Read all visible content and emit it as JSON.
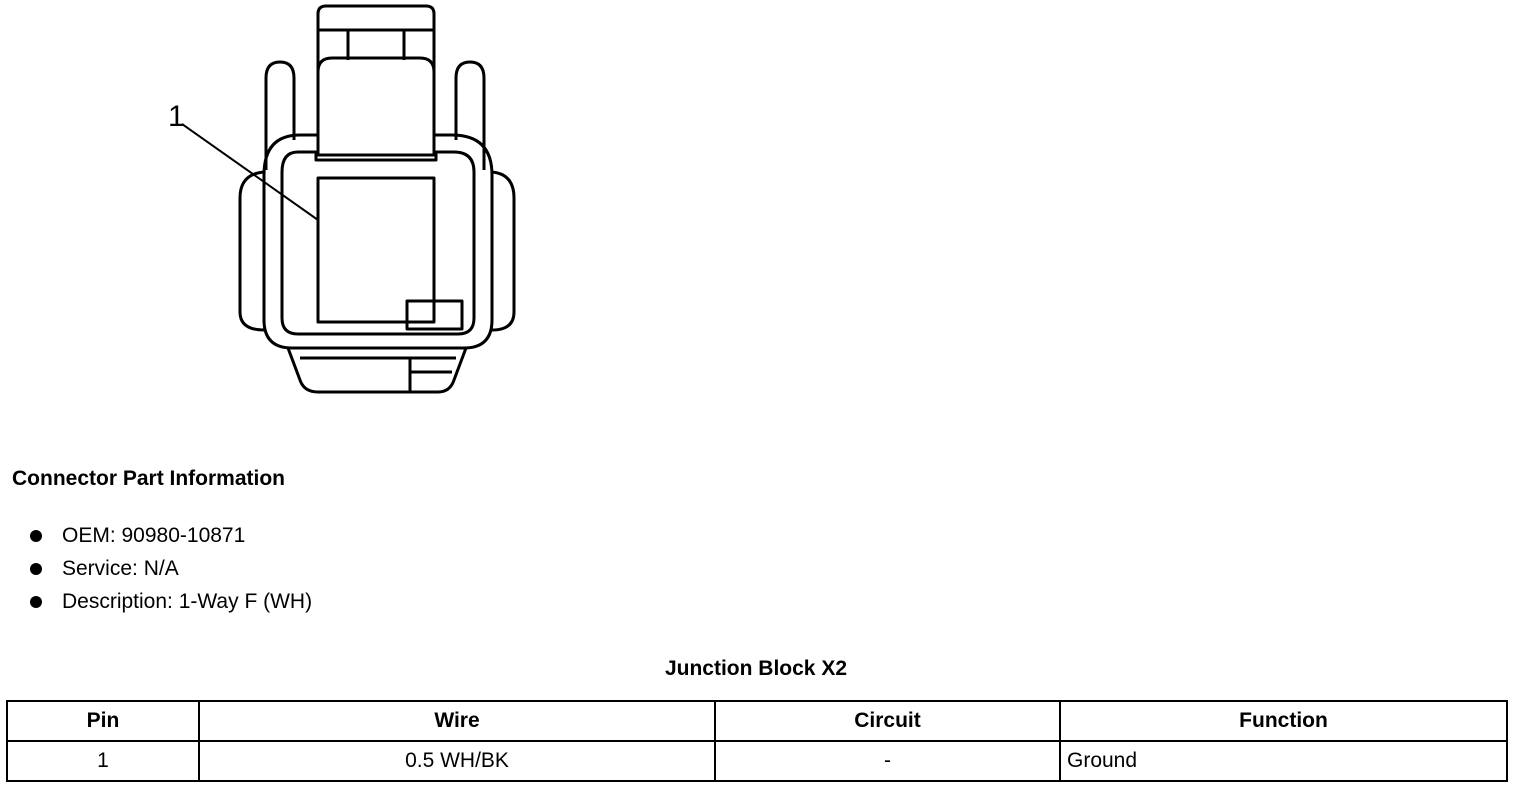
{
  "diagram": {
    "callout_label": "1"
  },
  "connector_info": {
    "heading": "Connector Part Information",
    "items": [
      "OEM: 90980-10871",
      "Service: N/A",
      "Description: 1-Way F (WH)"
    ]
  },
  "pin_table": {
    "title": "Junction Block X2",
    "headers": [
      "Pin",
      "Wire",
      "Circuit",
      "Function"
    ],
    "rows": [
      [
        "1",
        "0.5 WH/BK",
        "-",
        "Ground"
      ]
    ]
  }
}
